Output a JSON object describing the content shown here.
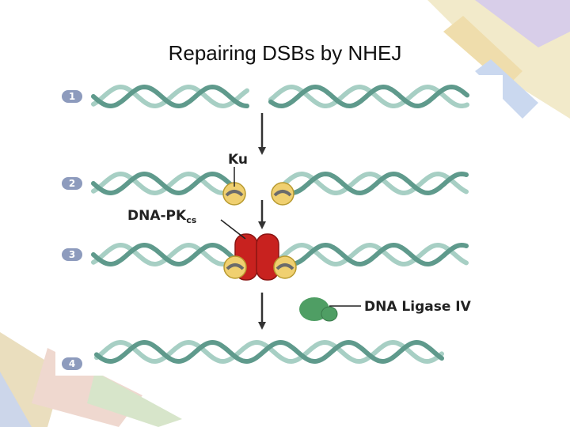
{
  "title": "Repairing DSBs by NHEJ",
  "steps": [
    "1",
    "2",
    "3",
    "4"
  ],
  "labels": {
    "ku": "Ku",
    "dnapk_main": "DNA-PK",
    "dnapk_sub": "cs",
    "ligase": "DNA Ligase IV"
  },
  "colors": {
    "dna_strand_a": "#5f9a8c",
    "dna_strand_b": "#a7cfc4",
    "ku": "#f0d070",
    "dnapk": "#c8221f",
    "ligase": "#4f9e64",
    "step_badge": "#8d9bbd",
    "arrow": "#333333"
  }
}
